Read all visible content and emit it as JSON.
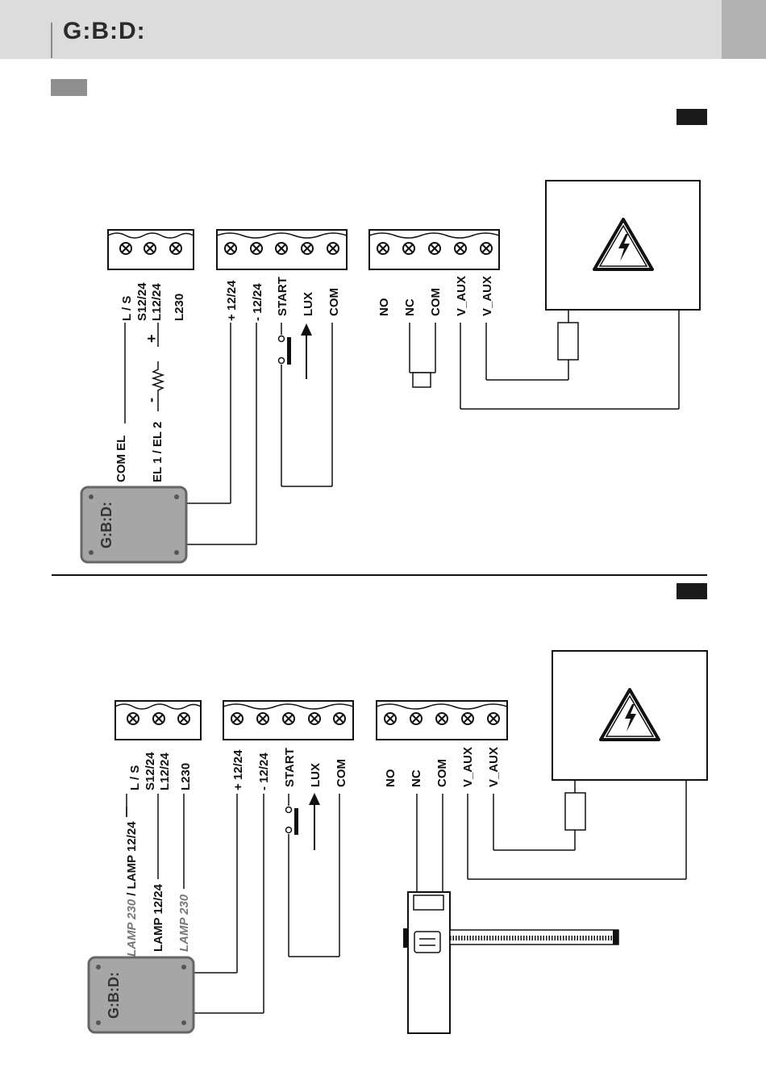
{
  "header": {
    "logo": "G:B:D:"
  },
  "diagram1": {
    "block1_labels": [
      "L / S",
      "S12/24",
      "L12/24",
      "L230"
    ],
    "block2_labels": [
      "+ 12/24",
      "- 12/24",
      "START",
      "LUX",
      "COM"
    ],
    "block3_labels": [
      "NO",
      "NC",
      "COM",
      "V_AUX",
      "V_AUX"
    ],
    "com_el": "COM EL",
    "el_label": "EL 1 / EL 2",
    "plus": "+",
    "minus": "-",
    "device_logo": "G:B:D:"
  },
  "diagram2": {
    "block1_labels": [
      "L / S",
      "S12/24",
      "L12/24",
      "L230"
    ],
    "block2_labels": [
      "+ 12/24",
      "- 12/24",
      "START",
      "LUX",
      "COM"
    ],
    "block3_labels": [
      "NO",
      "NC",
      "COM",
      "V_AUX",
      "V_AUX"
    ],
    "lamp230_a": "LAMP 230",
    "lamp_sep": " / ",
    "lamp1224_a": "LAMP 12/24",
    "lamp1224": "LAMP 12/24",
    "lamp230": "LAMP 230",
    "device_logo": "G:B:D:"
  }
}
